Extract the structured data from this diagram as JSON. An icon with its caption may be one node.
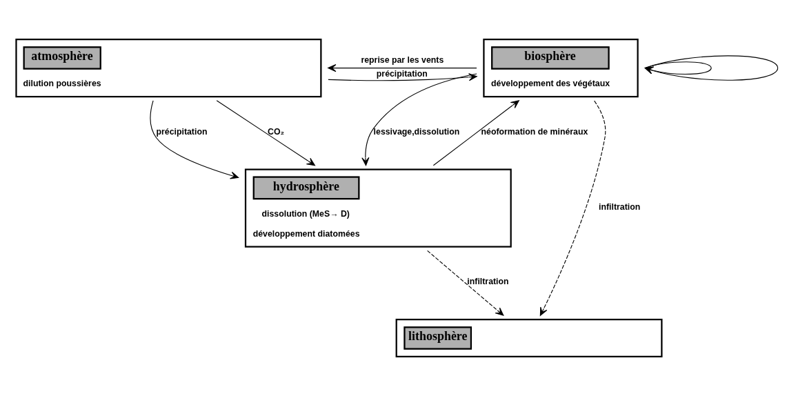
{
  "diagram": {
    "nodes": [
      {
        "text": [
          "atmosphère",
          "dilution poussières"
        ]
      },
      {
        "text": [
          "biosphère",
          "développement des végétaux"
        ]
      },
      {
        "text": [
          "hydrosphère",
          "dissolution (MeS→ D)",
          "développement diatomées"
        ]
      },
      {
        "text": [
          "lithosphère"
        ]
      }
    ],
    "edges": [
      {
        "from": 0,
        "to": 1,
        "arrow": "to",
        "label": "précipitation"
      },
      {
        "from": 1,
        "to": 0,
        "arrow": "to",
        "label": "reprise par les vents"
      },
      {
        "from": 0,
        "to": 2,
        "arrow": "to",
        "label": "précipitation"
      },
      {
        "from": 0,
        "to": 2,
        "arrow": "to",
        "label": "CO₂"
      },
      {
        "from": 2,
        "to": 1,
        "arrow": "to",
        "label": "néoformation de minéraux"
      },
      {
        "from": 1,
        "to": 2,
        "arrow": "to",
        "label": "lessivage,dissolution"
      },
      {
        "from": 2,
        "to": 3,
        "arrow": "to",
        "label": "infiltration",
        "style": "dashed"
      },
      {
        "from": 1,
        "to": 3,
        "arrow": "to",
        "label": "infiltration",
        "style": "dashed"
      },
      {
        "from": 1,
        "to": 1,
        "arrow": "to"
      },
      {
        "from": 1,
        "to": 1,
        "arrow": "to"
      }
    ]
  }
}
